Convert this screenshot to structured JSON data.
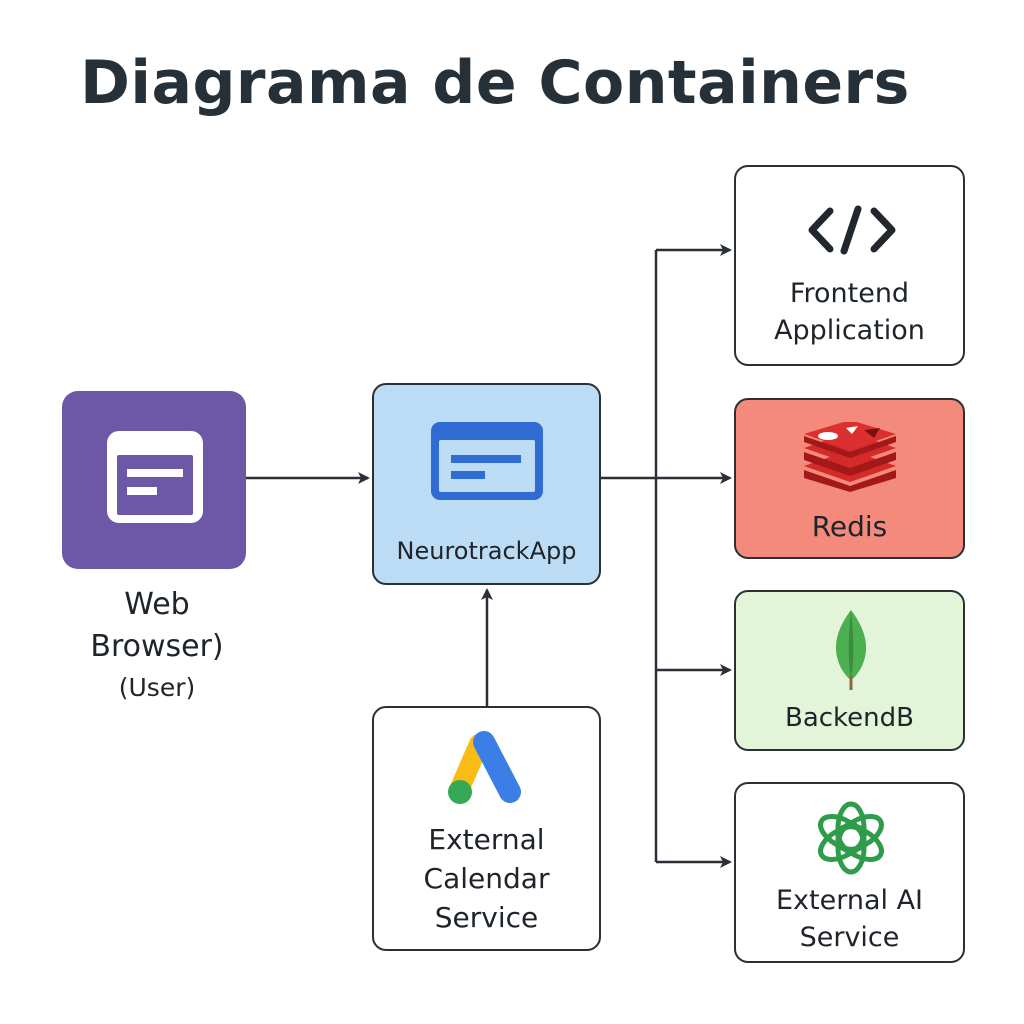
{
  "title": "Diagrama de Containers",
  "nodes": {
    "browser": {
      "line1": "Web",
      "line2": "Browser)",
      "line3": "(User)",
      "color": "#6d58a8"
    },
    "app": {
      "label": "NeurotrackApp",
      "color": "#bcdcf6"
    },
    "calendar": {
      "line1": "External",
      "line2": "Calendar",
      "line3": "Service"
    },
    "frontend": {
      "line1": "Frontend",
      "line2": "Application",
      "icon": "code-icon"
    },
    "redis": {
      "label": "Redis",
      "color": "#f38a7b",
      "icon": "redis-icon"
    },
    "backend": {
      "label": "BackendB",
      "color": "#e3f5d8",
      "icon": "mongodb-leaf-icon"
    },
    "ai": {
      "line1": "External AI",
      "line2": "Service",
      "icon": "openai-icon"
    }
  },
  "connections": [
    {
      "from": "browser",
      "to": "app"
    },
    {
      "from": "calendar",
      "to": "app"
    },
    {
      "from": "app",
      "to": "frontend"
    },
    {
      "from": "app",
      "to": "redis"
    },
    {
      "from": "app",
      "to": "backend"
    },
    {
      "from": "app",
      "to": "ai"
    }
  ]
}
